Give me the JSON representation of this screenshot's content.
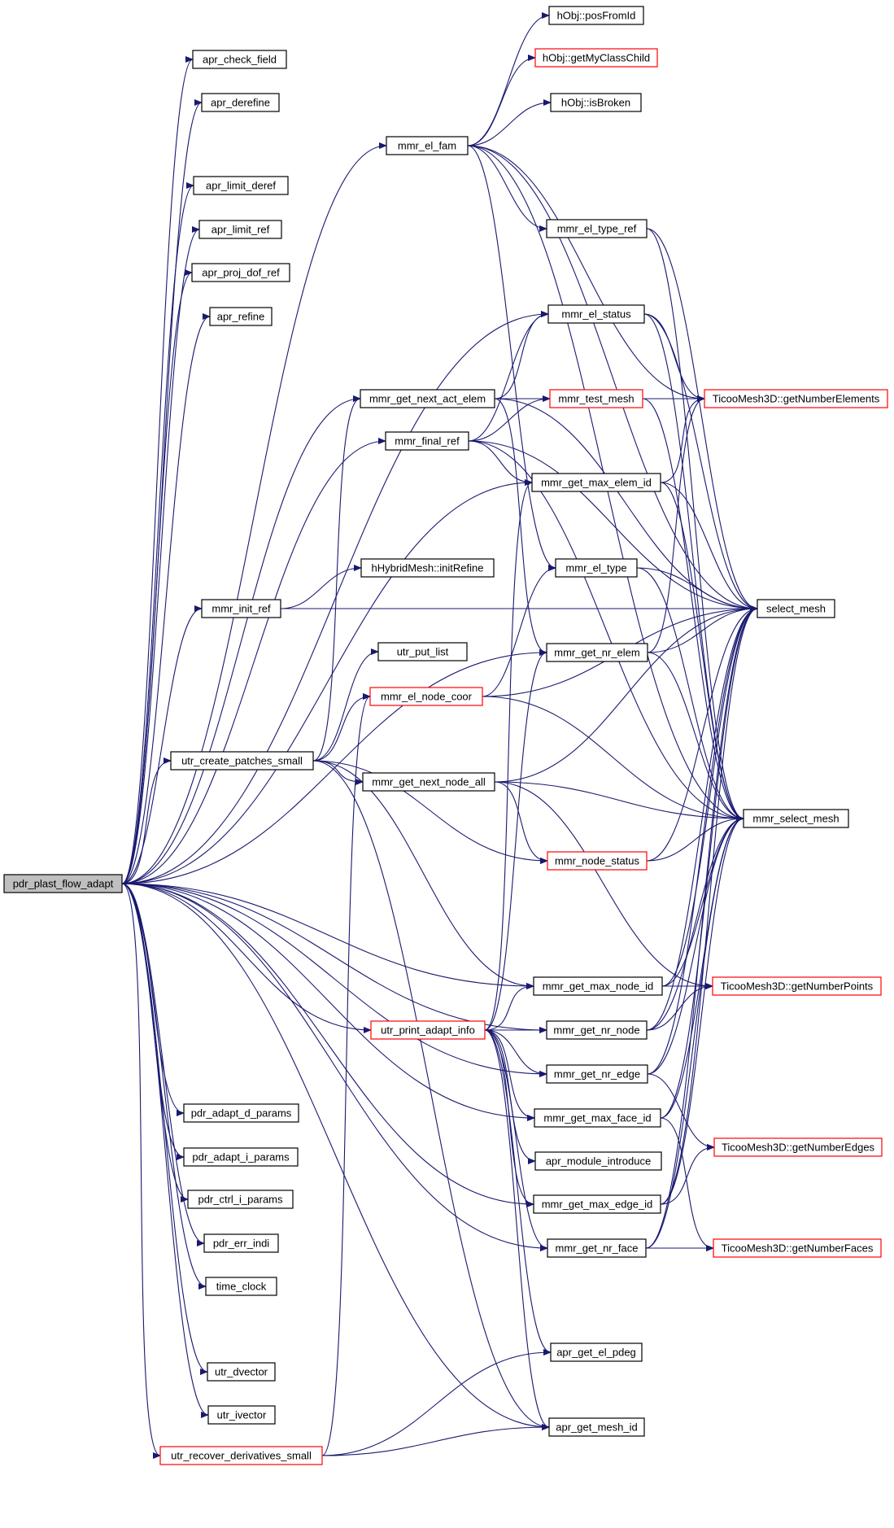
{
  "colors": {
    "edge": "#191970",
    "root_fill": "#bfbfbf",
    "normal_border": "#000000",
    "truncated_border": "#ff0000",
    "fill": "#ffffff"
  },
  "nodes": [
    {
      "id": "pdr_plast_flow_adapt",
      "label": "pdr_plast_flow_adapt",
      "style": "root"
    },
    {
      "id": "apr_check_field",
      "label": "apr_check_field",
      "style": "normal"
    },
    {
      "id": "apr_derefine",
      "label": "apr_derefine",
      "style": "normal"
    },
    {
      "id": "apr_limit_deref",
      "label": "apr_limit_deref",
      "style": "normal"
    },
    {
      "id": "apr_limit_ref",
      "label": "apr_limit_ref",
      "style": "normal"
    },
    {
      "id": "apr_proj_dof_ref",
      "label": "apr_proj_dof_ref",
      "style": "normal"
    },
    {
      "id": "apr_refine",
      "label": "apr_refine",
      "style": "normal"
    },
    {
      "id": "mmr_el_fam",
      "label": "mmr_el_fam",
      "style": "normal"
    },
    {
      "id": "hObj_posFromId",
      "label": "hObj::posFromId",
      "style": "normal"
    },
    {
      "id": "hObj_getMyClassChild",
      "label": "hObj::getMyClassChild",
      "style": "truncated"
    },
    {
      "id": "hObj_isBroken",
      "label": "hObj::isBroken",
      "style": "normal"
    },
    {
      "id": "mmr_el_type_ref",
      "label": "mmr_el_type_ref",
      "style": "normal"
    },
    {
      "id": "mmr_el_status",
      "label": "mmr_el_status",
      "style": "normal"
    },
    {
      "id": "mmr_get_next_act_elem",
      "label": "mmr_get_next_act_elem",
      "style": "normal"
    },
    {
      "id": "TicooMesh3D_getNumberElements",
      "label": "TicooMesh3D::getNumberElements",
      "style": "truncated"
    },
    {
      "id": "mmr_test_mesh",
      "label": "mmr_test_mesh",
      "style": "truncated"
    },
    {
      "id": "mmr_final_ref",
      "label": "mmr_final_ref",
      "style": "normal"
    },
    {
      "id": "mmr_get_max_elem_id",
      "label": "mmr_get_max_elem_id",
      "style": "normal"
    },
    {
      "id": "hHybridMesh_initRefine",
      "label": "hHybridMesh::initRefine",
      "style": "normal"
    },
    {
      "id": "mmr_el_type",
      "label": "mmr_el_type",
      "style": "normal"
    },
    {
      "id": "mmr_init_ref",
      "label": "mmr_init_ref",
      "style": "normal"
    },
    {
      "id": "select_mesh",
      "label": "select_mesh",
      "style": "normal"
    },
    {
      "id": "mmr_get_nr_elem",
      "label": "mmr_get_nr_elem",
      "style": "normal"
    },
    {
      "id": "utr_put_list",
      "label": "utr_put_list",
      "style": "normal"
    },
    {
      "id": "mmr_el_node_coor",
      "label": "mmr_el_node_coor",
      "style": "truncated"
    },
    {
      "id": "utr_create_patches_small",
      "label": "utr_create_patches_small",
      "style": "normal"
    },
    {
      "id": "mmr_get_next_node_all",
      "label": "mmr_get_next_node_all",
      "style": "normal"
    },
    {
      "id": "mmr_select_mesh",
      "label": "mmr_select_mesh",
      "style": "normal"
    },
    {
      "id": "mmr_node_status",
      "label": "mmr_node_status",
      "style": "truncated"
    },
    {
      "id": "mmr_get_max_node_id",
      "label": "mmr_get_max_node_id",
      "style": "normal"
    },
    {
      "id": "TicooMesh3D_getNumberPoints",
      "label": "TicooMesh3D::getNumberPoints",
      "style": "truncated"
    },
    {
      "id": "utr_print_adapt_info",
      "label": "utr_print_adapt_info",
      "style": "truncated"
    },
    {
      "id": "mmr_get_nr_node",
      "label": "mmr_get_nr_node",
      "style": "normal"
    },
    {
      "id": "mmr_get_nr_edge",
      "label": "mmr_get_nr_edge",
      "style": "normal"
    },
    {
      "id": "pdr_adapt_d_params",
      "label": "pdr_adapt_d_params",
      "style": "normal"
    },
    {
      "id": "mmr_get_max_face_id",
      "label": "mmr_get_max_face_id",
      "style": "normal"
    },
    {
      "id": "TicooMesh3D_getNumberEdges",
      "label": "TicooMesh3D::getNumberEdges",
      "style": "truncated"
    },
    {
      "id": "apr_module_introduce",
      "label": "apr_module_introduce",
      "style": "normal"
    },
    {
      "id": "pdr_adapt_i_params",
      "label": "pdr_adapt_i_params",
      "style": "normal"
    },
    {
      "id": "mmr_get_max_edge_id",
      "label": "mmr_get_max_edge_id",
      "style": "normal"
    },
    {
      "id": "pdr_ctrl_i_params",
      "label": "pdr_ctrl_i_params",
      "style": "normal"
    },
    {
      "id": "pdr_err_indi",
      "label": "pdr_err_indi",
      "style": "normal"
    },
    {
      "id": "mmr_get_nr_face",
      "label": "mmr_get_nr_face",
      "style": "normal"
    },
    {
      "id": "TicooMesh3D_getNumberFaces",
      "label": "TicooMesh3D::getNumberFaces",
      "style": "truncated"
    },
    {
      "id": "time_clock",
      "label": "time_clock",
      "style": "normal"
    },
    {
      "id": "apr_get_el_pdeg",
      "label": "apr_get_el_pdeg",
      "style": "normal"
    },
    {
      "id": "utr_dvector",
      "label": "utr_dvector",
      "style": "normal"
    },
    {
      "id": "utr_ivector",
      "label": "utr_ivector",
      "style": "normal"
    },
    {
      "id": "utr_recover_derivatives_small",
      "label": "utr_recover_derivatives_small",
      "style": "truncated"
    },
    {
      "id": "apr_get_mesh_id",
      "label": "apr_get_mesh_id",
      "style": "normal"
    }
  ],
  "edges": [
    [
      "pdr_plast_flow_adapt",
      "apr_check_field"
    ],
    [
      "pdr_plast_flow_adapt",
      "apr_derefine"
    ],
    [
      "pdr_plast_flow_adapt",
      "apr_limit_deref"
    ],
    [
      "pdr_plast_flow_adapt",
      "apr_limit_ref"
    ],
    [
      "pdr_plast_flow_adapt",
      "apr_proj_dof_ref"
    ],
    [
      "pdr_plast_flow_adapt",
      "apr_refine"
    ],
    [
      "pdr_plast_flow_adapt",
      "mmr_el_fam"
    ],
    [
      "pdr_plast_flow_adapt",
      "mmr_el_status"
    ],
    [
      "pdr_plast_flow_adapt",
      "mmr_get_next_act_elem"
    ],
    [
      "pdr_plast_flow_adapt",
      "mmr_final_ref"
    ],
    [
      "pdr_plast_flow_adapt",
      "mmr_get_max_elem_id"
    ],
    [
      "pdr_plast_flow_adapt",
      "mmr_get_nr_elem"
    ],
    [
      "pdr_plast_flow_adapt",
      "mmr_init_ref"
    ],
    [
      "pdr_plast_flow_adapt",
      "utr_create_patches_small"
    ],
    [
      "pdr_plast_flow_adapt",
      "mmr_get_max_node_id"
    ],
    [
      "pdr_plast_flow_adapt",
      "mmr_get_nr_node"
    ],
    [
      "pdr_plast_flow_adapt",
      "mmr_get_nr_edge"
    ],
    [
      "pdr_plast_flow_adapt",
      "utr_print_adapt_info"
    ],
    [
      "pdr_plast_flow_adapt",
      "mmr_get_max_face_id"
    ],
    [
      "pdr_plast_flow_adapt",
      "mmr_get_max_edge_id"
    ],
    [
      "pdr_plast_flow_adapt",
      "pdr_adapt_d_params"
    ],
    [
      "pdr_plast_flow_adapt",
      "pdr_adapt_i_params"
    ],
    [
      "pdr_plast_flow_adapt",
      "pdr_ctrl_i_params"
    ],
    [
      "pdr_plast_flow_adapt",
      "pdr_err_indi"
    ],
    [
      "pdr_plast_flow_adapt",
      "time_clock"
    ],
    [
      "pdr_plast_flow_adapt",
      "mmr_get_nr_face"
    ],
    [
      "pdr_plast_flow_adapt",
      "utr_dvector"
    ],
    [
      "pdr_plast_flow_adapt",
      "utr_ivector"
    ],
    [
      "pdr_plast_flow_adapt",
      "utr_recover_derivatives_small"
    ],
    [
      "pdr_plast_flow_adapt",
      "apr_get_mesh_id"
    ],
    [
      "mmr_el_fam",
      "hObj_posFromId"
    ],
    [
      "mmr_el_fam",
      "hObj_getMyClassChild"
    ],
    [
      "mmr_el_fam",
      "hObj_isBroken"
    ],
    [
      "mmr_el_fam",
      "mmr_el_type_ref"
    ],
    [
      "mmr_el_fam",
      "TicooMesh3D_getNumberElements"
    ],
    [
      "mmr_el_fam",
      "select_mesh"
    ],
    [
      "mmr_el_fam",
      "mmr_el_type"
    ],
    [
      "mmr_el_fam",
      "mmr_select_mesh"
    ],
    [
      "mmr_el_type_ref",
      "select_mesh"
    ],
    [
      "mmr_el_type_ref",
      "mmr_select_mesh"
    ],
    [
      "mmr_el_status",
      "TicooMesh3D_getNumberElements"
    ],
    [
      "mmr_el_status",
      "select_mesh"
    ],
    [
      "mmr_el_status",
      "mmr_select_mesh"
    ],
    [
      "mmr_get_next_act_elem",
      "mmr_el_status"
    ],
    [
      "mmr_get_next_act_elem",
      "TicooMesh3D_getNumberElements"
    ],
    [
      "mmr_get_next_act_elem",
      "select_mesh"
    ],
    [
      "mmr_get_next_act_elem",
      "mmr_get_nr_elem"
    ],
    [
      "mmr_final_ref",
      "mmr_el_status"
    ],
    [
      "mmr_final_ref",
      "mmr_test_mesh"
    ],
    [
      "mmr_final_ref",
      "mmr_get_max_elem_id"
    ],
    [
      "mmr_final_ref",
      "select_mesh"
    ],
    [
      "mmr_final_ref",
      "mmr_select_mesh"
    ],
    [
      "mmr_test_mesh",
      "mmr_select_mesh"
    ],
    [
      "mmr_get_max_elem_id",
      "TicooMesh3D_getNumberElements"
    ],
    [
      "mmr_get_max_elem_id",
      "select_mesh"
    ],
    [
      "mmr_get_max_elem_id",
      "mmr_select_mesh"
    ],
    [
      "mmr_el_type",
      "select_mesh"
    ],
    [
      "mmr_el_type",
      "mmr_select_mesh"
    ],
    [
      "mmr_init_ref",
      "hHybridMesh_initRefine"
    ],
    [
      "mmr_init_ref",
      "select_mesh"
    ],
    [
      "mmr_get_nr_elem",
      "TicooMesh3D_getNumberElements"
    ],
    [
      "mmr_get_nr_elem",
      "select_mesh"
    ],
    [
      "mmr_get_nr_elem",
      "mmr_select_mesh"
    ],
    [
      "utr_create_patches_small",
      "utr_put_list"
    ],
    [
      "utr_create_patches_small",
      "mmr_el_node_coor"
    ],
    [
      "utr_create_patches_small",
      "mmr_get_next_node_all"
    ],
    [
      "utr_create_patches_small",
      "mmr_get_next_act_elem"
    ],
    [
      "utr_create_patches_small",
      "mmr_node_status"
    ],
    [
      "utr_create_patches_small",
      "mmr_get_max_node_id"
    ],
    [
      "utr_create_patches_small",
      "apr_get_mesh_id"
    ],
    [
      "mmr_el_node_coor",
      "mmr_el_type"
    ],
    [
      "mmr_el_node_coor",
      "select_mesh"
    ],
    [
      "mmr_el_node_coor",
      "mmr_select_mesh"
    ],
    [
      "mmr_get_next_node_all",
      "mmr_node_status"
    ],
    [
      "mmr_get_next_node_all",
      "select_mesh"
    ],
    [
      "mmr_get_next_node_all",
      "TicooMesh3D_getNumberPoints"
    ],
    [
      "mmr_get_next_node_all",
      "mmr_select_mesh"
    ],
    [
      "mmr_node_status",
      "mmr_select_mesh"
    ],
    [
      "mmr_node_status",
      "select_mesh"
    ],
    [
      "mmr_get_max_node_id",
      "TicooMesh3D_getNumberPoints"
    ],
    [
      "mmr_get_max_node_id",
      "select_mesh"
    ],
    [
      "mmr_get_max_node_id",
      "mmr_select_mesh"
    ],
    [
      "utr_print_adapt_info",
      "mmr_get_max_elem_id"
    ],
    [
      "utr_print_adapt_info",
      "mmr_get_nr_elem"
    ],
    [
      "utr_print_adapt_info",
      "mmr_get_max_node_id"
    ],
    [
      "utr_print_adapt_info",
      "mmr_get_nr_node"
    ],
    [
      "utr_print_adapt_info",
      "mmr_get_nr_edge"
    ],
    [
      "utr_print_adapt_info",
      "mmr_get_max_face_id"
    ],
    [
      "utr_print_adapt_info",
      "apr_module_introduce"
    ],
    [
      "utr_print_adapt_info",
      "mmr_get_max_edge_id"
    ],
    [
      "utr_print_adapt_info",
      "mmr_get_nr_face"
    ],
    [
      "utr_print_adapt_info",
      "apr_get_el_pdeg"
    ],
    [
      "utr_print_adapt_info",
      "apr_get_mesh_id"
    ],
    [
      "mmr_get_nr_node",
      "TicooMesh3D_getNumberPoints"
    ],
    [
      "mmr_get_nr_node",
      "select_mesh"
    ],
    [
      "mmr_get_nr_node",
      "mmr_select_mesh"
    ],
    [
      "mmr_get_nr_edge",
      "TicooMesh3D_getNumberEdges"
    ],
    [
      "mmr_get_nr_edge",
      "select_mesh"
    ],
    [
      "mmr_get_nr_edge",
      "mmr_select_mesh"
    ],
    [
      "mmr_get_max_face_id",
      "TicooMesh3D_getNumberFaces"
    ],
    [
      "mmr_get_max_face_id",
      "select_mesh"
    ],
    [
      "mmr_get_max_face_id",
      "mmr_select_mesh"
    ],
    [
      "mmr_get_max_edge_id",
      "TicooMesh3D_getNumberEdges"
    ],
    [
      "mmr_get_max_edge_id",
      "select_mesh"
    ],
    [
      "mmr_get_max_edge_id",
      "mmr_select_mesh"
    ],
    [
      "mmr_get_nr_face",
      "TicooMesh3D_getNumberFaces"
    ],
    [
      "mmr_get_nr_face",
      "select_mesh"
    ],
    [
      "mmr_get_nr_face",
      "mmr_select_mesh"
    ],
    [
      "utr_recover_derivatives_small",
      "mmr_el_node_coor"
    ],
    [
      "utr_recover_derivatives_small",
      "apr_get_el_pdeg"
    ],
    [
      "utr_recover_derivatives_small",
      "apr_get_mesh_id"
    ]
  ]
}
